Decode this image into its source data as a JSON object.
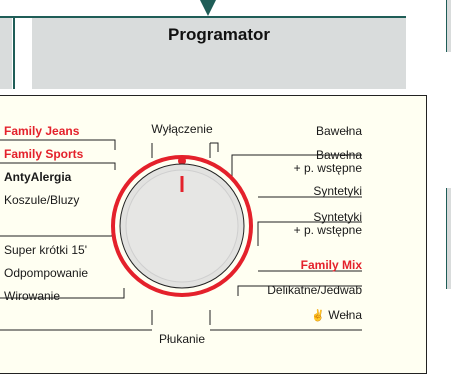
{
  "header": {
    "title": "Programator"
  },
  "dial": {
    "left": [
      {
        "label": "Family Jeans",
        "style": "red"
      },
      {
        "label": "Family Sports",
        "style": "red"
      },
      {
        "label": "AntyAlergia",
        "style": "bold"
      },
      {
        "label": "Koszule/Bluzy",
        "style": "normal"
      },
      {
        "label": "Super krótki 15'",
        "style": "normal"
      },
      {
        "label": "Odpompowanie",
        "style": "normal"
      },
      {
        "label": "Wirowanie",
        "style": "normal"
      }
    ],
    "top": "Wyłączenie",
    "bottom": "Płukanie",
    "right": [
      {
        "label": "Bawełna",
        "style": "normal"
      },
      {
        "label": "Bawełna",
        "sub": "+ p. wstępne",
        "style": "normal"
      },
      {
        "label": "Syntetyki",
        "style": "normal"
      },
      {
        "label": "Syntetyki",
        "sub": "+ p. wstępne",
        "style": "normal"
      },
      {
        "label": "Family Mix",
        "style": "red"
      },
      {
        "label": "Delikatne/Jedwab",
        "style": "normal"
      },
      {
        "label": "Wełna",
        "style": "normal",
        "icon": "wool-hand-wash-icon"
      }
    ]
  },
  "colors": {
    "accent_red": "#e4212b",
    "panel_bg": "#fffff2",
    "header_bg": "#d9dcdc",
    "teal": "#1f5d57"
  }
}
